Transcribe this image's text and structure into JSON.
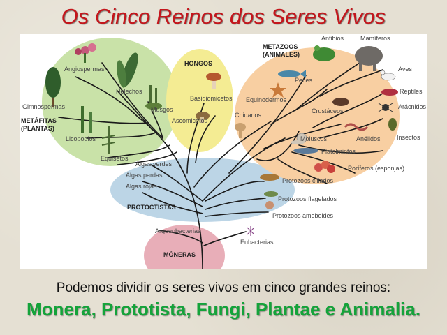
{
  "title": "Os Cinco Reinos dos Seres Vivos",
  "diagram": {
    "groups": {
      "plantas_line1": "METÁFITAS",
      "plantas_line2": "(PLANTAS)",
      "hongos": "HONGOS",
      "metazoos_line1": "METAZOOS",
      "metazoos_line2": "(ANIMALES)",
      "protoctistas": "PROTOCTISTAS",
      "moneras": "MÓNERAS"
    },
    "labels": {
      "angiospermas": "Angiospermas",
      "helechos": "Helechos",
      "gimnospermas": "Gimnospermas",
      "musgos": "Musgos",
      "licopodios": "Licopodios",
      "equisetos": "Equisetos",
      "basidiomicetos": "Basidiomicetos",
      "ascomicetos": "Ascomicetos",
      "anfibios": "Anfibios",
      "mamiferos": "Mamíferos",
      "aves": "Aves",
      "peces": "Peces",
      "reptiles": "Reptiles",
      "equinodermos": "Equinodermos",
      "aracnidos": "Arácnidos",
      "crustaceos": "Crustáceos",
      "cnidarios": "Cnidarios",
      "insectos": "Insectos",
      "moluscos": "Moluscos",
      "anelidos": "Anélidos",
      "platelmintos": "Platelmintos",
      "poriferos": "Poríferos (esponjas)",
      "algas_verdes": "Algas verdes",
      "algas_pardas": "Algas pardas",
      "algas_rojas": "Algas rojas",
      "protozoos_ciliados": "Protozoos ciliados",
      "protozoos_flagelados": "Protozoos flagelados",
      "protozoos_ameboides": "Protozoos ameboides",
      "arqueobacterias": "Arqueobacterias",
      "eubacterias": "Eubacterias"
    },
    "colors": {
      "plantas": "#c9e2a8",
      "hongos": "#f4ec93",
      "metazoos": "#f8cfa2",
      "protoctistas": "#bcd5e6",
      "moneras": "#e8aeb8",
      "branches": "#1a1a1a"
    },
    "icons": [
      "tree-icon",
      "fern-icon",
      "moss-icon",
      "mushroom-icon",
      "frog-icon",
      "elephant-icon",
      "fish-icon",
      "bird-icon",
      "starfish-icon",
      "snail-icon",
      "worm-icon",
      "insect-icon",
      "spider-icon",
      "sponge-icon",
      "protozoa-icon",
      "bacteria-icon"
    ]
  },
  "subtitle": "Podemos dividir os seres vivos em cinco grandes reinos:",
  "kingdoms": "Monera, Prototista, Fungi, Plantae e Animalia."
}
